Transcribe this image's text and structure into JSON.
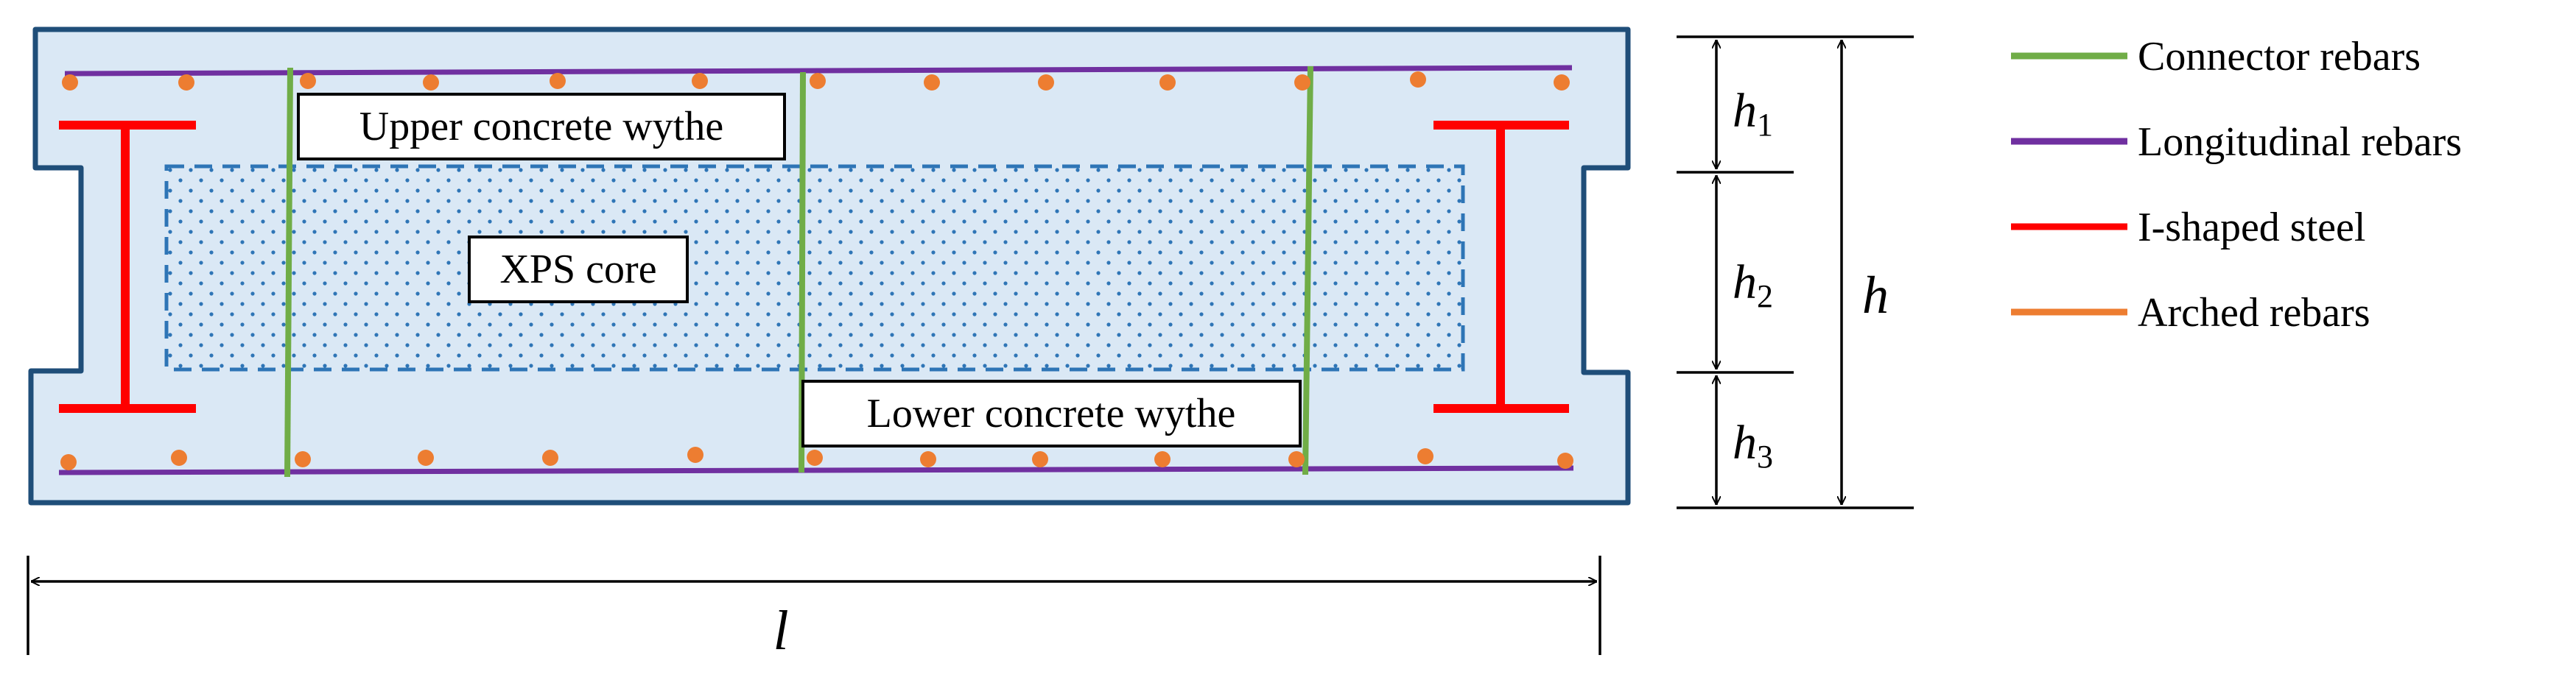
{
  "labels": {
    "upper_wythe": "Upper concrete wythe",
    "xps_core": "XPS core",
    "lower_wythe": "Lower concrete wythe"
  },
  "dimensions": {
    "h1_base": "h",
    "h1_sub": "1",
    "h2_base": "h",
    "h2_sub": "2",
    "h3_base": "h",
    "h3_sub": "3",
    "h_total": "h",
    "length": "l"
  },
  "legend": [
    {
      "label": "Connector rebars",
      "color": "#70ad47"
    },
    {
      "label": "Longitudinal rebars",
      "color": "#7030a0"
    },
    {
      "label": "I-shaped steel",
      "color": "#ff0000"
    },
    {
      "label": "Arched rebars",
      "color": "#ed7d31"
    }
  ],
  "colors": {
    "concrete_fill": "#dae8f5",
    "outline": "#1f4e79",
    "xps_dash": "#2e75b6",
    "xps_dots": "#2e75b6",
    "connector": "#70ad47",
    "longitudinal": "#7030a0",
    "steel": "#ff0000",
    "arched": "#ed7d31"
  }
}
